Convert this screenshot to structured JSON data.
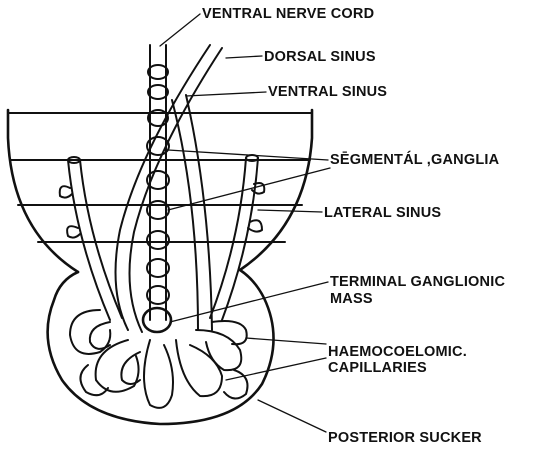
{
  "labels": {
    "ventral_nerve_cord": "VENTRAL NERVE CORD",
    "dorsal_sinus": "DORSAL SINUS",
    "ventral_sinus": "VENTRAL SINUS",
    "segmental_ganglia": "SĒGMENTÁL ,GANGLIA",
    "lateral_sinus": "LATERAL SINUS",
    "terminal_line1": "TERMINAL GANGLIONIC",
    "terminal_line2": "MASS",
    "haemo_line1": "HAEMOCOELOMIC.",
    "haemo_line2": "CAPILLARIES",
    "posterior_sucker": "POSTERIOR SUCKER"
  },
  "colors": {
    "ink": "#111111",
    "background": "#ffffff"
  }
}
